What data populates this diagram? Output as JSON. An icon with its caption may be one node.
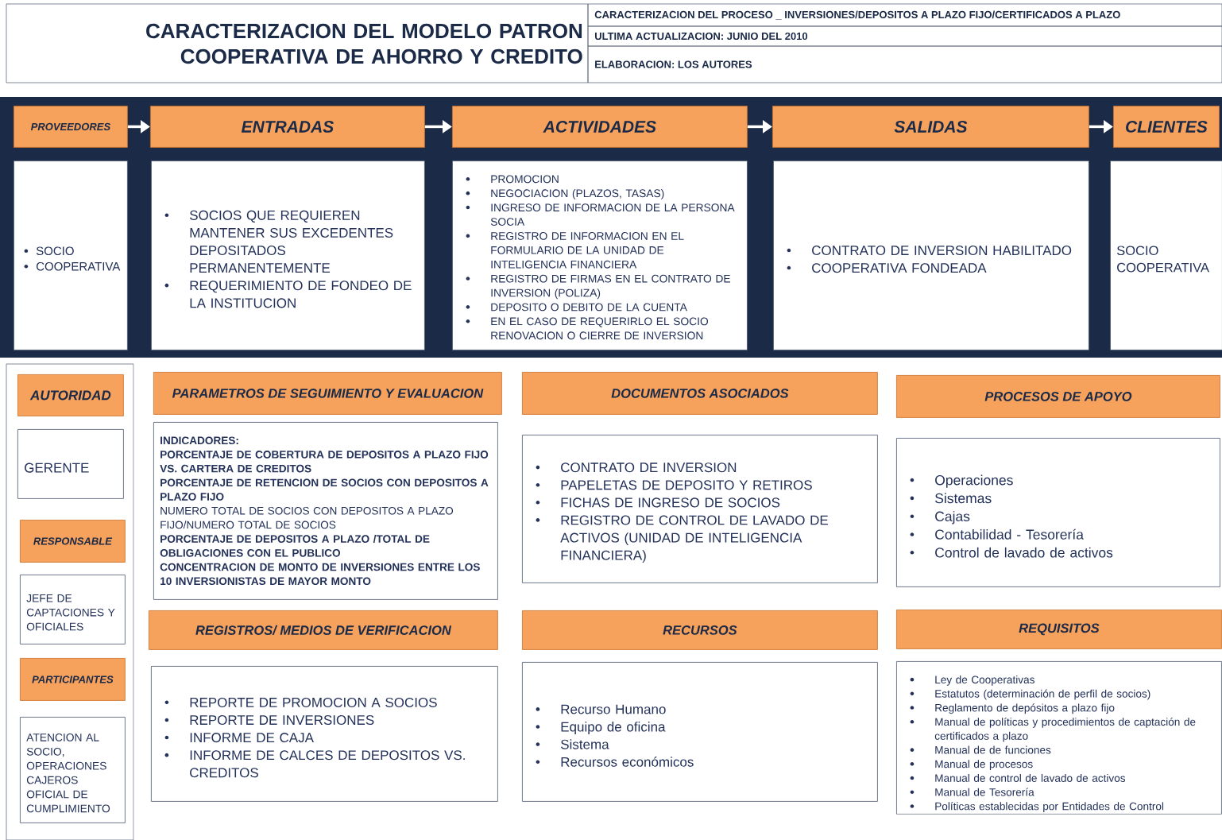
{
  "diagram": {
    "title": "CARACTERIZACION DEL MODELO PATRON COOPERATIVA DE AHORRO Y CREDITO",
    "nodes": [
      {
        "text": [
          "PROVEEDORES"
        ]
      },
      {
        "text": [
          "ENTRADAS"
        ]
      },
      {
        "text": [
          "ACTIVIDADES"
        ]
      },
      {
        "text": [
          "SALIDAS"
        ]
      },
      {
        "text": [
          "CLIENTES"
        ]
      },
      {
        "text": [
          "SOCIO",
          "COOPERATIVA"
        ]
      },
      {
        "text": [
          "SOCIOS QUE REQUIEREN MANTENER SUS EXCEDENTES DEPOSITADOS PERMANENTEMENTE",
          "REQUERIMIENTO DE FONDEO DE LA INSTITUCION"
        ]
      },
      {
        "text": [
          "PROMOCION",
          "NEGOCIACION (PLAZOS, TASAS)",
          "INGRESO DE INFORMACION DE LA PERSONA SOCIA",
          "REGISTRO DE INFORMACION EN EL FORMULARIO DE LA UNIDAD DE INTELIGENCIA FINANCIERA",
          "REGISTRO DE FIRMAS EN EL CONTRATO DE INVERSION (POLIZA)",
          "DEPOSITO O DEBITO DE LA CUENTA",
          "EN EL CASO DE REQUERIRLO EL SOCIO RENOVACION O CIERRE DE INVERSION"
        ]
      },
      {
        "text": [
          "CONTRATO DE INVERSION HABILITADO",
          "COOPERATIVA FONDEADA"
        ]
      },
      {
        "text": [
          "SOCIO COOPERATIVA"
        ]
      },
      {
        "text": [
          "AUTORIDAD"
        ]
      },
      {
        "text": [
          "GERENTE"
        ]
      },
      {
        "text": [
          "RESPONSABLE"
        ]
      },
      {
        "text": [
          "JEFE DE CAPTACIONES Y OFICIALES"
        ]
      },
      {
        "text": [
          "PARTICIPANTES"
        ]
      },
      {
        "text": [
          "ATENCION AL SOCIO, OPERACIONES CAJEROS OFICIAL DE CUMPLIMIENTO"
        ]
      },
      {
        "text": [
          "PARAMETROS DE SEGUIMIENTO Y EVALUACION"
        ]
      },
      {
        "text": [
          "INDICADORES:",
          "PORCENTAJE DE COBERTURA DE DEPOSITOS A PLAZO FIJO VS. CARTERA DE CREDITOS",
          "PORCENTAJE DE RETENCION DE SOCIOS CON DEPOSITOS A PLAZO FIJO",
          "NUMERO TOTAL DE SOCIOS CON DEPOSITOS A PLAZO FIJO/NUMERO TOTAL DE SOCIOS",
          "PORCENTAJE DE DEPOSITOS A PLAZO /TOTAL DE OBLIGACIONES CON EL PUBLICO",
          "CONCENTRACION DE MONTO DE INVERSIONES ENTRE LOS 10 INVERSIONISTAS DE MAYOR MONTO"
        ]
      },
      {
        "text": [
          "DOCUMENTOS ASOCIADOS"
        ]
      },
      {
        "text": [
          "CONTRATO DE INVERSION",
          "PAPELETAS DE DEPOSITO Y RETIROS",
          "FICHAS DE INGRESO DE SOCIOS",
          "REGISTRO DE CONTROL DE LAVADO DE ACTIVOS (UNIDAD DE INTELIGENCIA FINANCIERA)"
        ]
      },
      {
        "text": [
          "PROCESOS DE APOYO"
        ]
      },
      {
        "text": [
          "Operaciones",
          "Sistemas",
          "Cajas",
          "Contabilidad - Tesorería",
          "Control de lavado de activos"
        ]
      },
      {
        "text": [
          "REGISTROS/ MEDIOS DE VERIFICACION"
        ]
      },
      {
        "text": [
          "REPORTE DE PROMOCION A SOCIOS",
          "REPORTE DE INVERSIONES",
          "INFORME DE CAJA",
          "INFORME DE CALCES DE DEPOSITOS VS. CREDITOS"
        ]
      },
      {
        "text": [
          "RECURSOS"
        ]
      },
      {
        "text": [
          "Recurso Humano",
          "Equipo de oficina",
          "Sistema",
          "Recursos económicos"
        ]
      },
      {
        "text": [
          "REQUISITOS"
        ]
      },
      {
        "text": [
          "Ley de Cooperativas",
          "Estatutos (determinación de perfil de socios)",
          "Reglamento de depósitos a plazo fijo",
          "Manual de políticas y procedimientos de captación de certificados a plazo",
          "Manual de de funciones",
          "Manual de procesos",
          "Manual de control de lavado de activos",
          "Manual de Tesorería",
          "Políticas establecidas por Entidades de Control"
        ]
      }
    ],
    "edges": [
      {
        "from": 0,
        "to": 1,
        "arrow": "to"
      },
      {
        "from": 1,
        "to": 2,
        "arrow": "to"
      },
      {
        "from": 2,
        "to": 3,
        "arrow": "to"
      },
      {
        "from": 3,
        "to": 4,
        "arrow": "to"
      }
    ],
    "labels": [
      "CARACTERIZACION DEL PROCESO _ INVERSIONES/DEPOSITOS A PLAZO FIJO/CERTIFICADOS A PLAZO",
      "ULTIMA ACTUALIZACION: JUNIO DEL 2010",
      "ELABORACION: LOS AUTORES"
    ]
  }
}
